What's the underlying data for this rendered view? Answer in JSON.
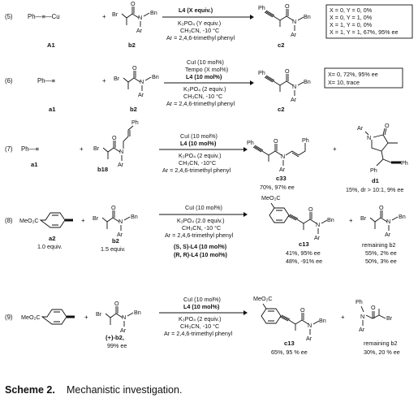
{
  "entries": [
    {
      "number": "(5)",
      "sm1_formula": "Ph—≡—Cu",
      "sm1_label": "A1",
      "sm2_label": "b2",
      "conditions": [
        "L4 (X equiv.)",
        "K₃PO₄ (Y equiv.)",
        "CH₃CN, -10 °C",
        "Ar = 2,4,6-trimethyl phenyl"
      ],
      "product_label": "c2",
      "results": [
        "X = 0, Y = 0, 0%",
        "X = 0, Y = 1, 0%",
        "X = 1, Y = 0, 0%",
        "X = 1, Y = 1, 67%, 95% ee"
      ]
    },
    {
      "number": "(6)",
      "sm1_formula": "Ph—≡",
      "sm1_label": "a1",
      "sm2_label": "b2",
      "conditions": [
        "CuI (10 mol%)",
        "Tempo (X mol%)",
        "L4 (10 mol%)",
        "K₃PO₄ (2 equiv.)",
        "CH₃CN, -10 °C",
        "Ar = 2,4,6-trimethyl phenyl"
      ],
      "product_label": "c2",
      "results": [
        "X= 0, 72%, 95% ee",
        "X= 10, trace"
      ]
    },
    {
      "number": "(7)",
      "sm1_formula": "Ph—≡",
      "sm1_label": "a1",
      "sm2_label": "b18",
      "conditions": [
        "CuI (10 mol%)",
        "L4 (10 mol%)",
        "K₃PO₄ (2 equiv.)",
        "CH₃CN, -10°C",
        "Ar = 2,4,6-trimethyl phenyl"
      ],
      "product_label": "c33",
      "product_yield": "70%, 97% ee",
      "byproduct_label": "d1",
      "byproduct_yield": "15%, dr > 10:1, 9% ee"
    },
    {
      "number": "(8)",
      "sm1_label": "a2",
      "sm1_amount": "1.0 equiv.",
      "sm2_label": "b2",
      "sm2_amount": "1.5 equiv.",
      "conditions": [
        "CuI (10 mol%)",
        "K₃PO₄ (2.0 equiv.)",
        "CH₃CN, -10 °C",
        "Ar = 2,4,6-trimethyl phenyl"
      ],
      "ligand_lines": [
        "(S, S)-L4 (10 mol%)",
        "(R, R)-L4 (10 mol%)"
      ],
      "product_label": "c13",
      "product_results": [
        "41%, 95% ee",
        "48%, -91% ee"
      ],
      "remaining_label": "remaining b2",
      "remaining_results": [
        "55%, 2% ee",
        "50%, 3% ee"
      ]
    },
    {
      "number": "(9)",
      "sm2_label": "(+)-b2,",
      "sm2_ee": "99% ee",
      "conditions": [
        "CuI (10 mol%)",
        "L4 (10 mol%)",
        "K₃PO₄ (2 equiv.)",
        "CH₃CN, -10 °C",
        "Ar = 2,4,6-trimethyl phenyl"
      ],
      "product_label": "c13",
      "product_result": "65%, 95 % ee",
      "remaining_label": "remaining b2",
      "remaining_result": "30%, 20 % ee"
    }
  ],
  "chem_text": {
    "ph": "Ph",
    "br": "Br",
    "n": "N",
    "o": "O",
    "bn": "Bn",
    "ar": "Ar",
    "meo2c": "MeO₂C",
    "plus": "+"
  },
  "caption": {
    "label": "Scheme 2.",
    "text": "Mechanistic investigation."
  }
}
